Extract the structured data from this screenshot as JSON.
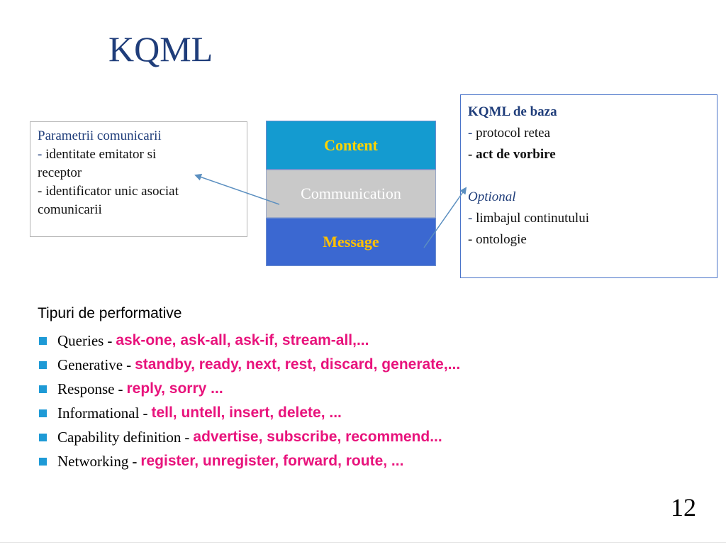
{
  "title": "KQML",
  "left_box": {
    "heading": "Parametrii comunicarii",
    "dash": "-",
    "line1": " identitate emitator si",
    "line2": "receptor",
    "line3": "- identificator unic asociat",
    "line4": "comunicarii"
  },
  "stack": {
    "content": "Content",
    "communication": "Communication",
    "message": "Message"
  },
  "right_box": {
    "heading": "KQML de baza",
    "dash": "-",
    "item1": " protocol retea",
    "item2": "- act de vorbire",
    "optional": "Optional",
    "item3": " limbajul continutului",
    "item4": "- ontologie"
  },
  "section_heading": "Tipuri de performative",
  "performatives": [
    {
      "name": "Queries",
      "sep": "-",
      "examples": "ask-one, ask-all, ask-if, stream-all,..."
    },
    {
      "name": "Generative",
      "sep": "-",
      "examples": "standby, ready, next, rest, discard, generate,..."
    },
    {
      "name": "Response",
      "sep": "-",
      "examples": "reply, sorry ..."
    },
    {
      "name": "Informational",
      "sep": "-",
      "examples": "tell, untell, insert, delete, ..."
    },
    {
      "name": "Capability definition",
      "sep": "-",
      "examples": "advertise, subscribe, recommend..."
    },
    {
      "name": "Networking",
      "sep": "-",
      "examples": "register, unregister, forward, route, ..."
    }
  ],
  "page_number": "12",
  "colors": {
    "title": "#1f3d7a",
    "content_bg": "#149bd0",
    "communication_bg": "#c9c9c9",
    "message_bg": "#3b68d1",
    "examples": "#e8137c",
    "bullet": "#1e9ad6"
  }
}
